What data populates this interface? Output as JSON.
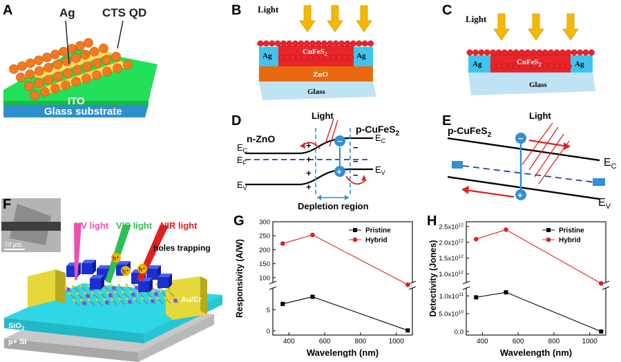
{
  "figure": {
    "panel_labels": [
      "A",
      "B",
      "C",
      "D",
      "E",
      "F",
      "G",
      "H"
    ],
    "colors": {
      "qd_orange": "#F47A20",
      "qd_red": "#E8262A",
      "ag_silver": "#FFD966",
      "ito_green": "#22E05A",
      "glass_blue": "#2E8FCF",
      "cufes2_red": "#E8262A",
      "ag_cyan": "#3FC4EF",
      "zno_orange": "#E96A0E",
      "glass_light": "#BFE3F5",
      "arrow_yellow": "#F5B800",
      "band_blue": "#2F8FD8",
      "curve_black": "#000000",
      "curve_red": "#E02020",
      "sio2_cyan": "#2FD6E6",
      "si_gray": "#C8C8C8",
      "electrode_yellow": "#E6D83A",
      "uv_magenta": "#F04FB0",
      "vis_green": "#2DBE56",
      "nir_red": "#E02020"
    },
    "panel_A": {
      "ag": "Ag",
      "qd": "CTS QD",
      "ito": "ITO",
      "glass": "Glass substrate"
    },
    "panel_B": {
      "light": "Light",
      "ag_left": "Ag",
      "ag_right": "Ag",
      "cufes2": "CuFeS",
      "cufes2_sub": "2",
      "zno": "ZnO",
      "glass": "Glass"
    },
    "panel_C": {
      "light": "Light",
      "ag_left": "Ag",
      "ag_right": "Ag",
      "cufes2": "CuFeS",
      "cufes2_sub": "2",
      "glass": "Glass"
    },
    "panel_D": {
      "light": "Light",
      "nzno": "n-ZnO",
      "pcufes2": "p-CuFeS",
      "pcufes2_sub": "2",
      "ec_left": "E",
      "ec_left_sub": "C",
      "ef": "E",
      "ef_sub": "F",
      "ev_left": "E",
      "ev_left_sub": "V",
      "ec_right": "E",
      "ec_right_sub": "C",
      "ev_right": "E",
      "ev_right_sub": "V",
      "depletion": "Depletion region",
      "minus": "−",
      "plus": "+"
    },
    "panel_E": {
      "light": "Light",
      "pcufes2": "p-CuFeS",
      "pcufes2_sub": "2",
      "ec": "E",
      "ec_sub": "C",
      "ev": "E",
      "ev_sub": "V",
      "minus": "−",
      "plus": "+"
    },
    "panel_F": {
      "scale": "10 μm",
      "uv": "UV light",
      "vis": "VIS light",
      "nir": "NIR light",
      "holes": "holes trapping",
      "hplus": "h⁺",
      "electrode": "Au/Cr",
      "sio2": "SiO",
      "sio2_sub": "2",
      "si": "p+ Si"
    }
  },
  "chart_data": [
    {
      "id": "G",
      "type": "line",
      "xlabel": "Wavelength (nm)",
      "ylabel": "Responsivity (A/W)",
      "x": [
        365,
        532,
        1064
      ],
      "xticks": [
        400,
        600,
        800,
        1000
      ],
      "xlim": [
        310,
        1090
      ],
      "axis_break": true,
      "lower_ylim": [
        -1,
        10
      ],
      "lower_yticks": [
        "0",
        "5"
      ],
      "lower_ytick_values": [
        0,
        5
      ],
      "upper_ylim": [
        85,
        300
      ],
      "upper_yticks": [
        "100",
        "150",
        "200",
        "250",
        "300"
      ],
      "upper_ytick_values": [
        100,
        150,
        200,
        250,
        300
      ],
      "legend_position": "top-right",
      "series": [
        {
          "name": "Pristine",
          "color": "#000000",
          "marker": "square",
          "panel": "lower",
          "values": [
            6.4,
            8.1,
            0.1
          ]
        },
        {
          "name": "Hybrid",
          "color": "#E02020",
          "marker": "circle",
          "panel": "upper",
          "values": [
            222,
            253,
            75
          ]
        }
      ]
    },
    {
      "id": "H",
      "type": "line",
      "xlabel": "Wavelength (nm)",
      "ylabel": "Detectivity (Jones)",
      "x": [
        365,
        532,
        1064
      ],
      "xticks": [
        400,
        600,
        800,
        1000
      ],
      "xlim": [
        310,
        1090
      ],
      "axis_break": true,
      "lower_ylim": [
        -0.1,
        1.2
      ],
      "lower_yticks": [
        "0.0",
        "5.0x10",
        "1.0x10"
      ],
      "lower_ytick_exponents": [
        "",
        "10",
        "11"
      ],
      "lower_ytick_values": [
        0,
        0.5,
        1.0
      ],
      "upper_ylim": [
        0.75,
        2.65
      ],
      "upper_yticks": [
        "1.0x10",
        "1.5x10",
        "2.0x10",
        "2.5x10"
      ],
      "upper_ytick_exponents": [
        "12",
        "12",
        "12",
        "12"
      ],
      "upper_ytick_values": [
        1.0,
        1.5,
        2.0,
        2.5
      ],
      "legend_position": "top-right",
      "series": [
        {
          "name": "Pristine",
          "color": "#000000",
          "marker": "square",
          "panel": "lower",
          "values": [
            0.96,
            1.1,
            0.0
          ]
        },
        {
          "name": "Hybrid",
          "color": "#E02020",
          "marker": "circle",
          "panel": "upper",
          "values": [
            2.1,
            2.4,
            0.7
          ]
        }
      ]
    }
  ]
}
